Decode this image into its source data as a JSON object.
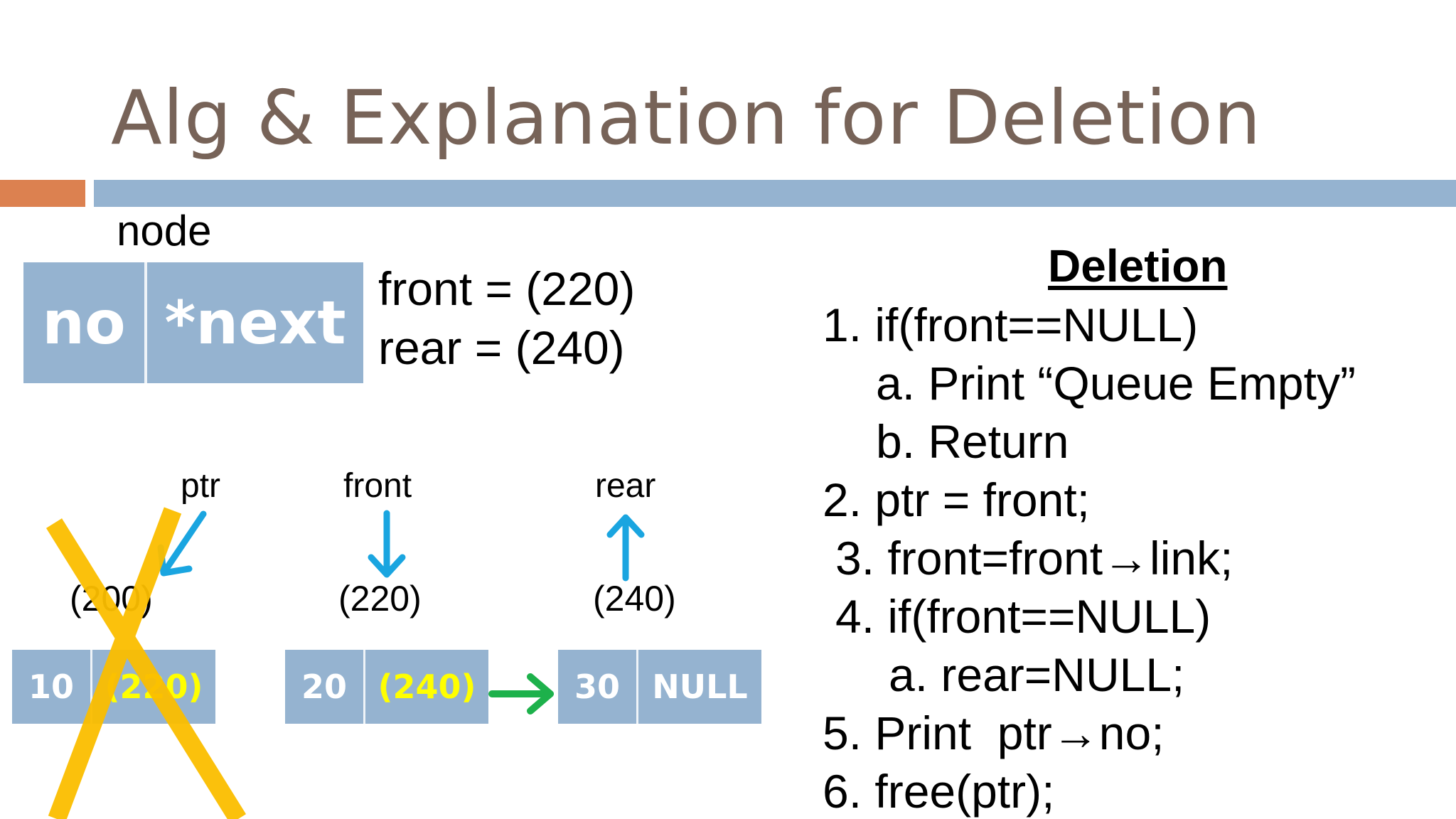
{
  "title": "Alg & Explanation for Deletion",
  "node_label": "node",
  "legend": {
    "field1": "no",
    "field2": "*next"
  },
  "pointers": {
    "front": "front = (220)",
    "rear": "rear = (240)"
  },
  "algorithm": {
    "heading": "Deletion",
    "steps": [
      "1. if(front==NULL)",
      "a. Print “Queue Empty”",
      "b. Return",
      "2. ptr = front;",
      "3. front=front→link;",
      "4. if(front==NULL)",
      "a. rear=NULL;",
      "5. Print  ptr→no;",
      "6. free(ptr);"
    ]
  },
  "diagram": {
    "labels": {
      "ptr": "ptr",
      "front": "front",
      "rear": "rear"
    },
    "nodes": [
      {
        "address": "(200)",
        "value": "10",
        "next": "(220)"
      },
      {
        "address": "(220)",
        "value": "20",
        "next": "(240)"
      },
      {
        "address": "(240)",
        "value": "30",
        "next": "NULL"
      }
    ]
  },
  "colors": {
    "title": "#776358",
    "accent_orange": "#dc8150",
    "accent_blue": "#95b3d0",
    "pointer_arrow": "#1aa5e0",
    "link_arrow": "#1db14b",
    "cross": "#fbbe00",
    "pointer_text": "#ffff00"
  }
}
